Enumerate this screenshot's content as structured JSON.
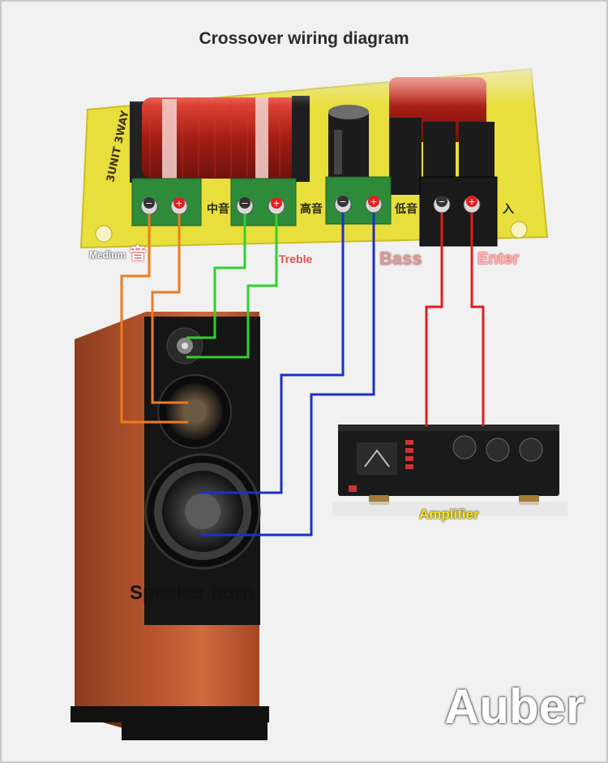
{
  "title": "Crossover wiring diagram",
  "labels": {
    "medium": "Medium",
    "medium_cn": "音",
    "treble": "Treble",
    "bass": "Bass",
    "enter": "Enter",
    "amplifier": "Amplifier",
    "speaker": "Speaker horn"
  },
  "brand": "Auber",
  "board": {
    "silkscreen_side": "3UNIT 3WAY",
    "terminal_marks": [
      "中音",
      "高音",
      "低音",
      "入"
    ]
  },
  "wire_colors": {
    "medium": "#f07a1e",
    "treble": "#2fd12f",
    "bass": "#1f2fc8",
    "input": "#e01e1e"
  }
}
